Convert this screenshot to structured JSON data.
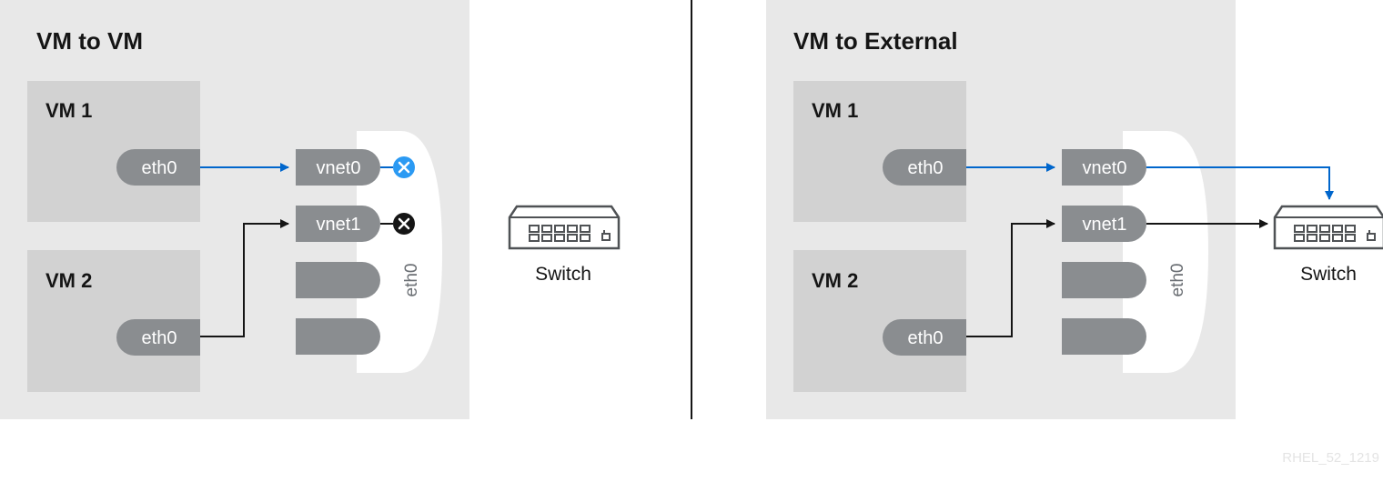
{
  "left_panel": {
    "title": "VM to VM",
    "vm1": {
      "label": "VM 1",
      "interface": "eth0"
    },
    "vm2": {
      "label": "VM 2",
      "interface": "eth0"
    },
    "bridge": {
      "label": "eth0",
      "ports": [
        "vnet0",
        "vnet1",
        "",
        ""
      ]
    },
    "switch_label": "Switch"
  },
  "right_panel": {
    "title": "VM to External",
    "vm1": {
      "label": "VM 1",
      "interface": "eth0"
    },
    "vm2": {
      "label": "VM 2",
      "interface": "eth0"
    },
    "bridge": {
      "label": "eth0",
      "ports": [
        "vnet0",
        "vnet1",
        "",
        ""
      ]
    },
    "switch_label": "Switch"
  },
  "footer": {
    "watermark": "RHEL_52_1219"
  },
  "colors": {
    "panel_bg": "#e8e8e8",
    "vm_box": "#d2d2d2",
    "port": "#8a8d90",
    "bridge": "#ffffff",
    "arrow_blue": "#0066cc",
    "arrow_black": "#151515",
    "blocked_blue": "#2b9af3",
    "blocked_black": "#151515",
    "divider": "#151515"
  }
}
